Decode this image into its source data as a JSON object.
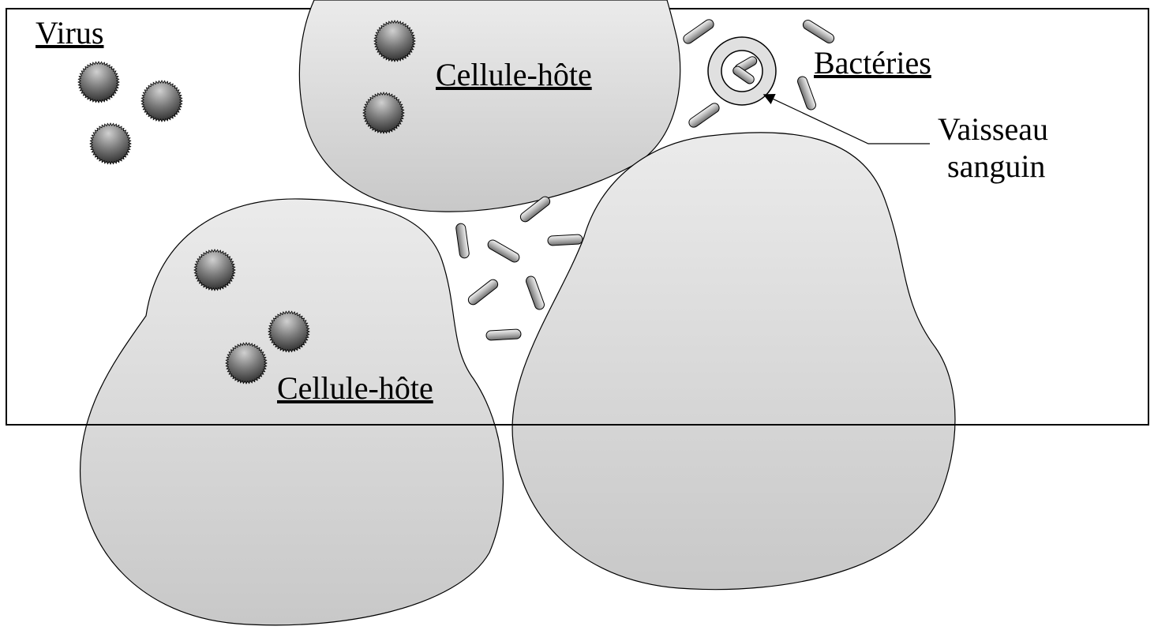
{
  "labels": {
    "virus": "Virus",
    "cell_top": "Cellule-hôte",
    "cell_left": "Cellule-hôte",
    "bacteria": "Bactéries",
    "vessel_line1": "Vaisseau",
    "vessel_line2": "sanguin"
  },
  "colors": {
    "cell_fill_top": "#ebebeb",
    "cell_fill_bottom": "#c8c8c8",
    "virus_light": "#c9c9c9",
    "virus_dark": "#1e1e1e",
    "bacterium_light": "#f2f2f2",
    "bacterium_dark": "#7a7a7a",
    "outline": "#000000"
  },
  "icons": {
    "virus": "spiky-virus-icon",
    "bacterium": "rod-bacterium-icon",
    "vessel": "blood-vessel-icon",
    "pointer": "arrow-pointer-icon"
  }
}
